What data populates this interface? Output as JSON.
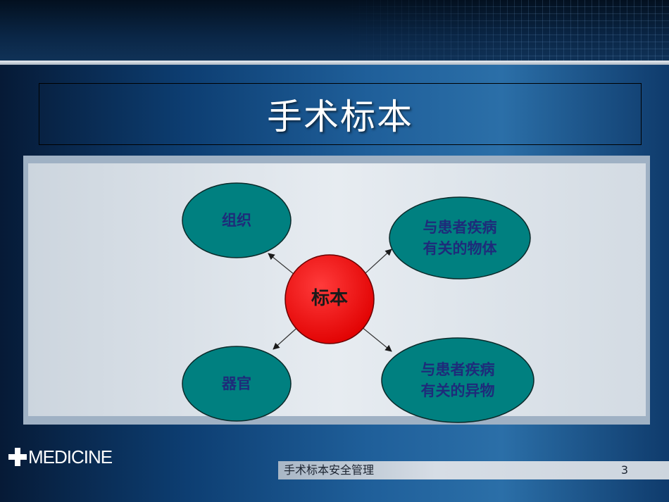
{
  "slide": {
    "title": "手术标本",
    "page_number": "3"
  },
  "diagram": {
    "center": "标本",
    "nodes": [
      {
        "label": "组织"
      },
      {
        "label": "与患者疾病\n有关的物体"
      },
      {
        "label": "器官"
      },
      {
        "label": "与患者疾病\n有关的异物"
      }
    ]
  },
  "footer": {
    "logo_text": "MEDICINE",
    "title": "手术标本安全管理"
  },
  "colors": {
    "node_fill": "#008080",
    "center_fill": "#ff0000",
    "node_text": "#1e2b7a"
  }
}
